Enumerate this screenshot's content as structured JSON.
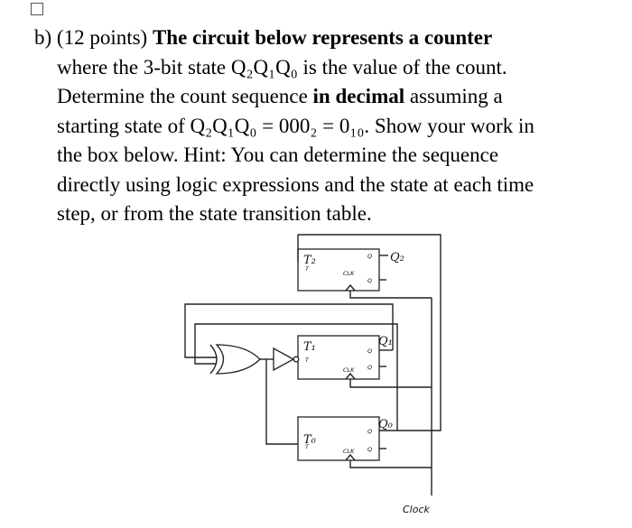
{
  "problem": {
    "label": "b) (12 points)",
    "lead_bold": "The circuit below represents a counter",
    "line2": "where the 3-bit state Q₂Q₁Q₀ is the value of the count.",
    "line3_a": "Determine the count sequence ",
    "line3_bold": "in decimal",
    "line3_b": " assuming a",
    "line4": "starting state of Q₂Q₁Q₀ = 000₂ = 0₁₀. Show your work in",
    "line5": "the box below. Hint: You can determine the sequence",
    "line6": "directly using logic expressions and the state at each time",
    "line7": "step, or from the state transition table."
  },
  "circuit": {
    "ff2": {
      "input_label": "T₂",
      "input_pin": "T",
      "clk_pin": "CLK",
      "q_pin": "Q",
      "qbar_pin": "Q",
      "output_label": "Q₂"
    },
    "ff1": {
      "input_label": "T₁",
      "input_pin": "T",
      "clk_pin": "CLK",
      "q_pin": "Q",
      "qbar_pin": "Q",
      "output_label": "Q₁"
    },
    "ff0": {
      "input_label": "T₀",
      "input_pin": "T",
      "clk_pin": "CLK",
      "q_pin": "Q",
      "qbar_pin": "Q",
      "output_label": "Q₀"
    },
    "clock_label": "Clock"
  }
}
